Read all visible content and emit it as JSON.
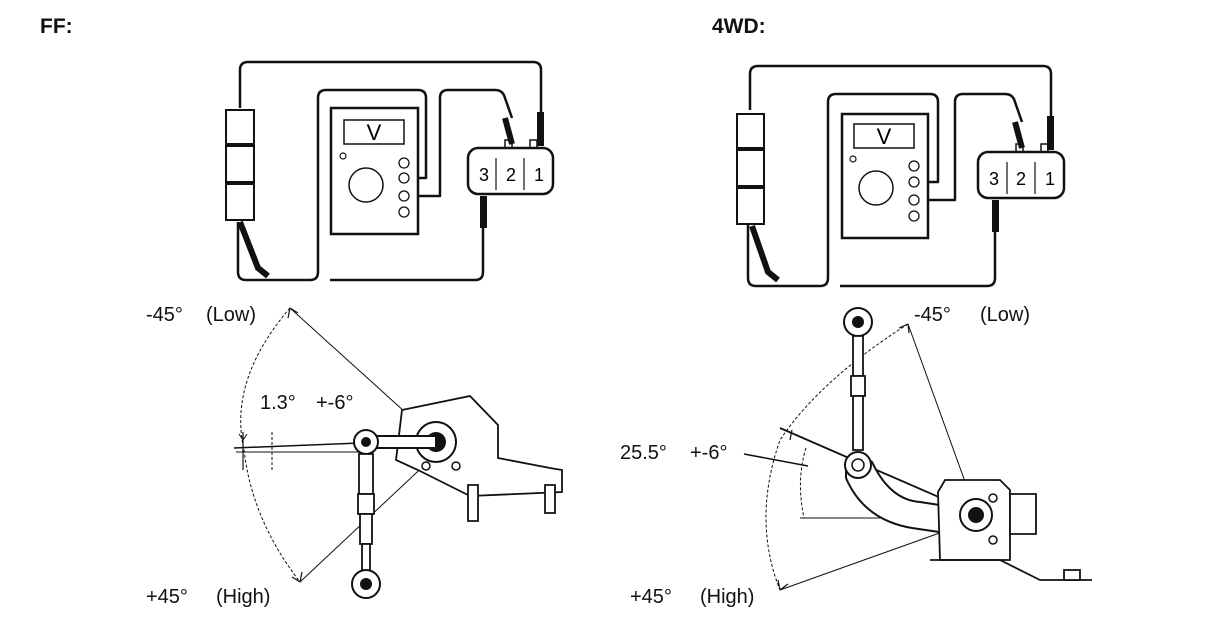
{
  "ff": {
    "title": "FF:",
    "meter_symbol": "V",
    "pins": [
      "3",
      "2",
      "1"
    ],
    "angle_low": "-45°",
    "low_label": "(Low)",
    "angle_high": "+45°",
    "high_label": "(High)",
    "neutral_angle": "1.3°",
    "tolerance": "+-6°"
  },
  "wd": {
    "title": "4WD:",
    "meter_symbol": "V",
    "pins": [
      "3",
      "2",
      "1"
    ],
    "angle_low": "-45°",
    "low_label": "(Low)",
    "angle_high": "+45°",
    "high_label": "(High)",
    "neutral_angle": "25.5°",
    "tolerance": "+-6°"
  }
}
